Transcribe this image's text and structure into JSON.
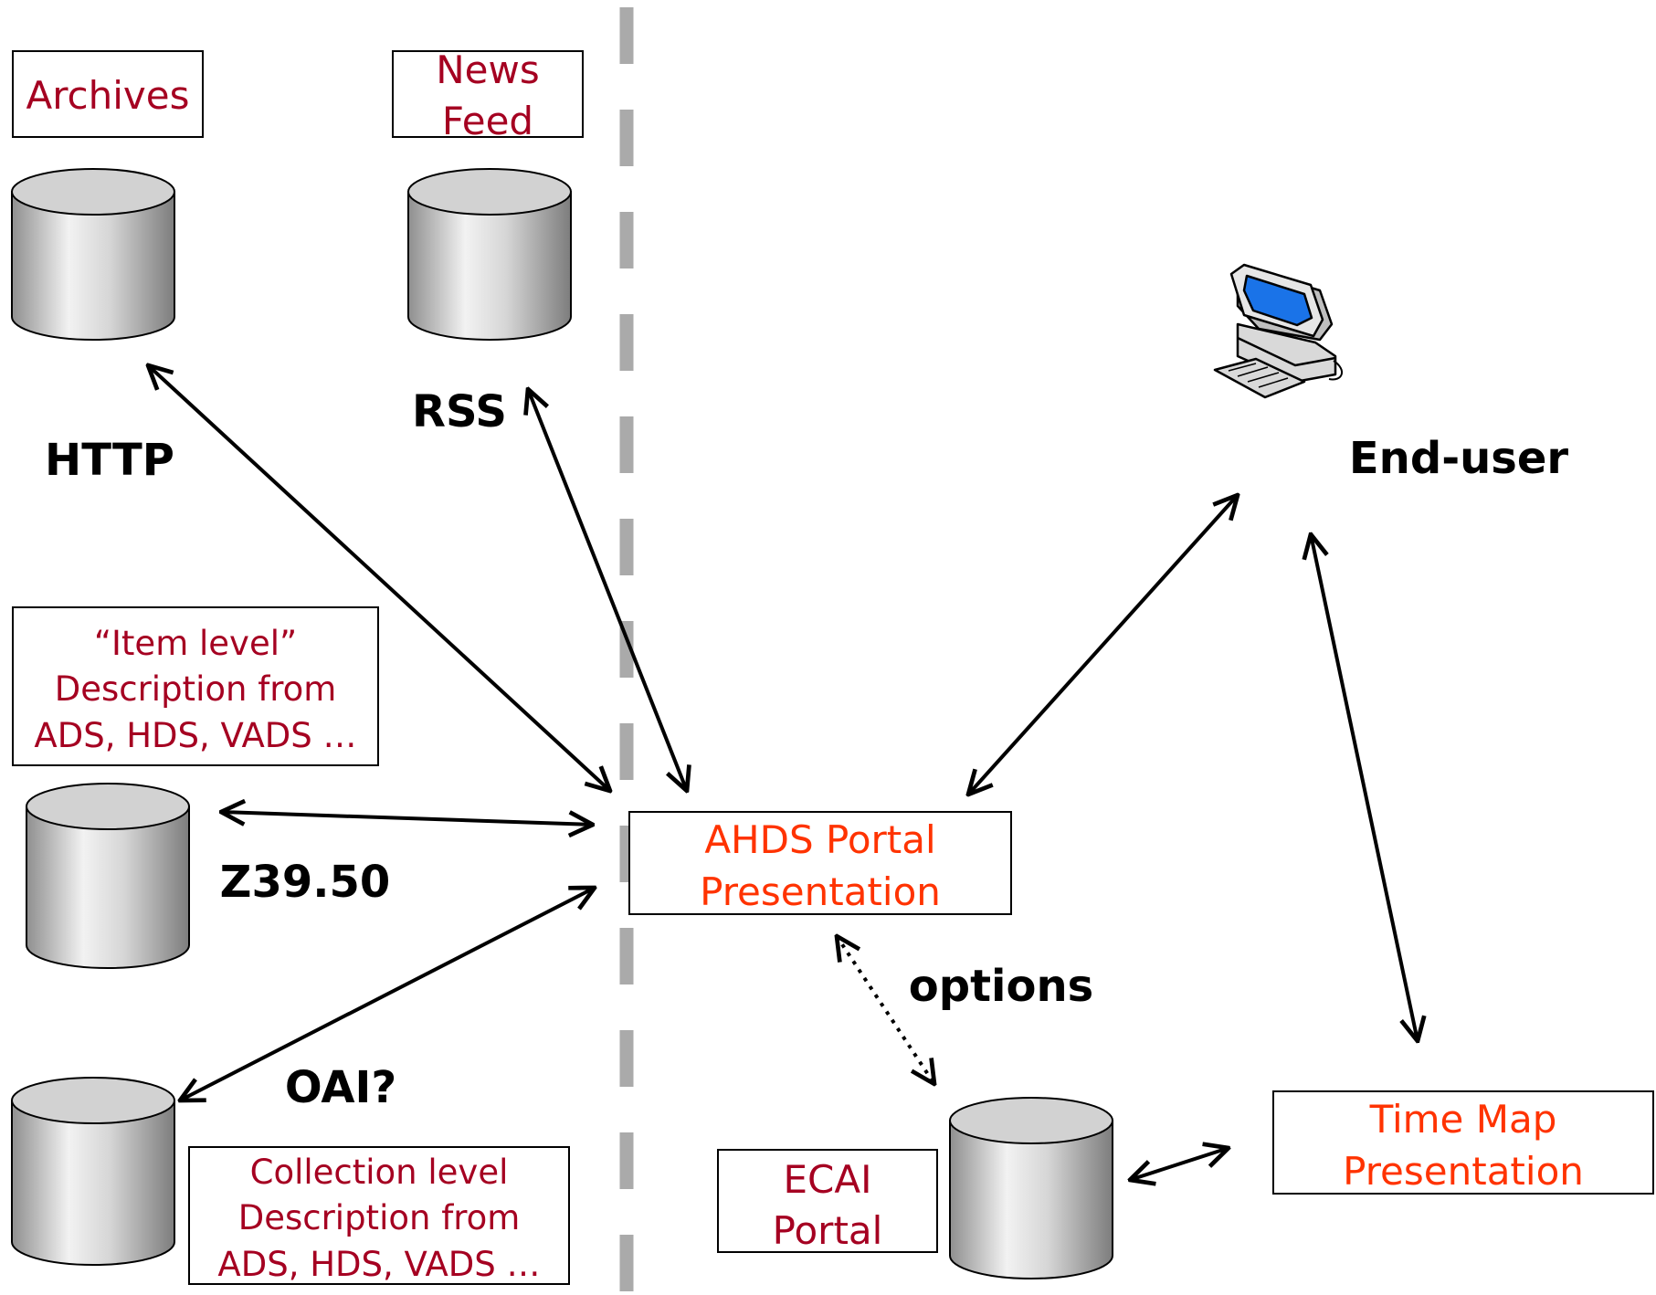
{
  "boxes": {
    "archives": "Archives",
    "news_feed_line1": "News",
    "news_feed_line2": "Feed",
    "item_level_line1": "“Item level”",
    "item_level_line2": "Description from",
    "item_level_line3": "ADS, HDS, VADS …",
    "collection_level_line1": "Collection level",
    "collection_level_line2": "Description from",
    "collection_level_line3": "ADS, HDS, VADS …",
    "ahds_line1": "AHDS Portal",
    "ahds_line2": "Presentation",
    "ecai_line1": "ECAI",
    "ecai_line2": "Portal",
    "timemap_line1": "Time Map",
    "timemap_line2": "Presentation"
  },
  "protocols": {
    "http": "HTTP",
    "rss": "RSS",
    "z3950": "Z39.50",
    "oai": "OAI?",
    "options": "options"
  },
  "end_user": {
    "label": "End-user",
    "icon": "computer-icon"
  },
  "colors": {
    "source_text": "#A50021",
    "presentation_text": "#FF3300",
    "divider": "#AAAAAA",
    "arrow": "#000000"
  }
}
